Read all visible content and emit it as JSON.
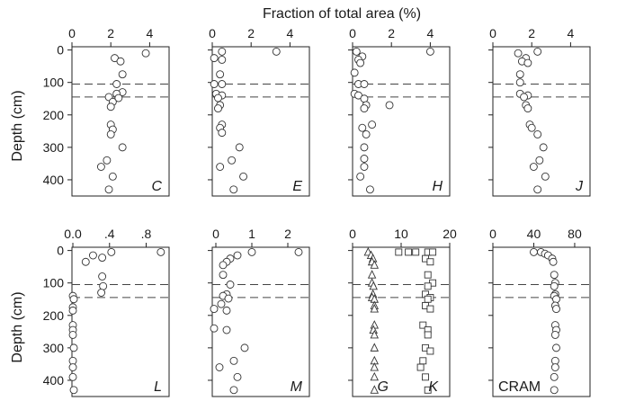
{
  "figure": {
    "title": "Fraction of total area (%)",
    "ylabel": "Depth (cm)"
  },
  "chart_data": [
    {
      "type": "scatter",
      "panel": "C",
      "label": "C",
      "label_italic": true,
      "xlim": [
        0,
        5
      ],
      "xticks": [
        "0",
        "2",
        "4"
      ],
      "xtick_values": [
        0,
        2,
        4
      ],
      "ylim": [
        450,
        -10
      ],
      "yticks": [
        "0",
        "100",
        "200",
        "300",
        "400"
      ],
      "ytick_values": [
        0,
        100,
        200,
        300,
        400
      ],
      "dashed_lines_depth": [
        105,
        145
      ],
      "series": [
        {
          "marker": "circle",
          "points": [
            [
              3.8,
              10
            ],
            [
              2.2,
              25
            ],
            [
              2.5,
              35
            ],
            [
              2.6,
              75
            ],
            [
              2.3,
              105
            ],
            [
              2.6,
              130
            ],
            [
              2.3,
              135
            ],
            [
              1.9,
              145
            ],
            [
              2.4,
              148
            ],
            [
              2.1,
              160
            ],
            [
              2.0,
              175
            ],
            [
              2.0,
              230
            ],
            [
              2.1,
              245
            ],
            [
              2.0,
              260
            ],
            [
              2.6,
              300
            ],
            [
              1.8,
              340
            ],
            [
              1.5,
              360
            ],
            [
              2.1,
              390
            ],
            [
              1.9,
              430
            ]
          ]
        }
      ]
    },
    {
      "type": "scatter",
      "panel": "E",
      "label": "E",
      "label_italic": true,
      "xlim": [
        0,
        5
      ],
      "xticks": [
        "0",
        "2",
        "4"
      ],
      "xtick_values": [
        0,
        2,
        4
      ],
      "ylim": [
        450,
        -10
      ],
      "yticks": [
        "0",
        "100",
        "200",
        "300",
        "400"
      ],
      "ytick_values": [
        0,
        100,
        200,
        300,
        400
      ],
      "dashed_lines_depth": [
        105,
        145
      ],
      "series": [
        {
          "marker": "circle",
          "points": [
            [
              3.3,
              5
            ],
            [
              0.5,
              5
            ],
            [
              0.1,
              25
            ],
            [
              0.5,
              30
            ],
            [
              0.4,
              75
            ],
            [
              0.1,
              105
            ],
            [
              0.5,
              105
            ],
            [
              0.2,
              135
            ],
            [
              0.5,
              140
            ],
            [
              0.3,
              148
            ],
            [
              0.4,
              170
            ],
            [
              0.3,
              180
            ],
            [
              0.5,
              230
            ],
            [
              0.4,
              240
            ],
            [
              0.5,
              255
            ],
            [
              1.4,
              300
            ],
            [
              1.0,
              340
            ],
            [
              0.4,
              360
            ],
            [
              1.6,
              390
            ],
            [
              1.1,
              430
            ]
          ]
        }
      ]
    },
    {
      "type": "scatter",
      "panel": "H",
      "label": "H",
      "label_italic": true,
      "xlim": [
        0,
        5
      ],
      "xticks": [
        "0",
        "2",
        "4"
      ],
      "xtick_values": [
        0,
        2,
        4
      ],
      "ylim": [
        450,
        -10
      ],
      "yticks": [
        "0",
        "100",
        "200",
        "300",
        "400"
      ],
      "ytick_values": [
        0,
        100,
        200,
        300,
        400
      ],
      "dashed_lines_depth": [
        105,
        145
      ],
      "series": [
        {
          "marker": "circle",
          "points": [
            [
              4.0,
              5
            ],
            [
              0.2,
              5
            ],
            [
              0.5,
              20
            ],
            [
              0.3,
              30
            ],
            [
              0.4,
              40
            ],
            [
              0.1,
              70
            ],
            [
              0.3,
              105
            ],
            [
              0.6,
              105
            ],
            [
              0.1,
              135
            ],
            [
              0.3,
              140
            ],
            [
              0.6,
              150
            ],
            [
              0.7,
              170
            ],
            [
              0.6,
              180
            ],
            [
              1.9,
              170
            ],
            [
              1.0,
              230
            ],
            [
              0.5,
              240
            ],
            [
              0.7,
              260
            ],
            [
              0.6,
              300
            ],
            [
              0.6,
              335
            ],
            [
              0.6,
              360
            ],
            [
              0.4,
              390
            ],
            [
              0.9,
              430
            ]
          ]
        }
      ]
    },
    {
      "type": "scatter",
      "panel": "J",
      "label": "J",
      "label_italic": true,
      "xlim": [
        0,
        5
      ],
      "xticks": [
        "0",
        "2",
        "4"
      ],
      "xtick_values": [
        0,
        2,
        4
      ],
      "ylim": [
        450,
        -10
      ],
      "yticks": [
        "0",
        "100",
        "200",
        "300",
        "400"
      ],
      "ytick_values": [
        0,
        100,
        200,
        300,
        400
      ],
      "dashed_lines_depth": [
        105,
        145
      ],
      "series": [
        {
          "marker": "circle",
          "points": [
            [
              2.3,
              5
            ],
            [
              1.3,
              10
            ],
            [
              1.7,
              25
            ],
            [
              1.5,
              35
            ],
            [
              1.8,
              40
            ],
            [
              1.4,
              75
            ],
            [
              1.4,
              100
            ],
            [
              1.4,
              135
            ],
            [
              1.8,
              140
            ],
            [
              1.6,
              145
            ],
            [
              1.7,
              170
            ],
            [
              1.8,
              180
            ],
            [
              1.9,
              230
            ],
            [
              2.0,
              240
            ],
            [
              2.3,
              260
            ],
            [
              2.6,
              300
            ],
            [
              2.4,
              340
            ],
            [
              2.1,
              360
            ],
            [
              2.7,
              390
            ],
            [
              2.3,
              430
            ]
          ]
        }
      ]
    },
    {
      "type": "scatter",
      "panel": "L",
      "label": "L",
      "label_italic": true,
      "xlim": [
        -0.01,
        1.05
      ],
      "xticks": [
        "0.0",
        ".4",
        ".8"
      ],
      "xtick_values": [
        0.0,
        0.4,
        0.8
      ],
      "ylim": [
        450,
        -10
      ],
      "yticks": [
        "0",
        "100",
        "200",
        "300",
        "400"
      ],
      "ytick_values": [
        0,
        100,
        200,
        300,
        400
      ],
      "dashed_lines_depth": [
        105,
        145
      ],
      "series": [
        {
          "marker": "circle",
          "points": [
            [
              0.96,
              5
            ],
            [
              0.42,
              5
            ],
            [
              0.22,
              15
            ],
            [
              0.32,
              22
            ],
            [
              0.14,
              35
            ],
            [
              0.32,
              80
            ],
            [
              0.33,
              110
            ],
            [
              0.31,
              130
            ],
            [
              0.0,
              140
            ],
            [
              0.01,
              150
            ],
            [
              0.0,
              175
            ],
            [
              0.0,
              185
            ],
            [
              0.0,
              230
            ],
            [
              0.0,
              245
            ],
            [
              0.0,
              260
            ],
            [
              0.01,
              300
            ],
            [
              0.0,
              340
            ],
            [
              0.0,
              360
            ],
            [
              0.0,
              390
            ],
            [
              0.01,
              430
            ]
          ]
        }
      ]
    },
    {
      "type": "scatter",
      "panel": "M",
      "label": "M",
      "label_italic": true,
      "xlim": [
        -0.1,
        2.6
      ],
      "xticks": [
        "0",
        "1",
        "2"
      ],
      "xtick_values": [
        0,
        1,
        2
      ],
      "ylim": [
        450,
        -10
      ],
      "yticks": [
        "0",
        "100",
        "200",
        "300",
        "400"
      ],
      "ytick_values": [
        0,
        100,
        200,
        300,
        400
      ],
      "dashed_lines_depth": [
        105,
        145
      ],
      "series": [
        {
          "marker": "circle",
          "points": [
            [
              2.3,
              5
            ],
            [
              1.0,
              5
            ],
            [
              0.6,
              15
            ],
            [
              0.4,
              25
            ],
            [
              0.3,
              35
            ],
            [
              0.2,
              45
            ],
            [
              0.2,
              75
            ],
            [
              0.4,
              105
            ],
            [
              0.3,
              135
            ],
            [
              0.2,
              140
            ],
            [
              0.35,
              148
            ],
            [
              0.15,
              165
            ],
            [
              -0.05,
              180
            ],
            [
              0.3,
              185
            ],
            [
              -0.05,
              240
            ],
            [
              0.3,
              245
            ],
            [
              0.8,
              300
            ],
            [
              0.5,
              340
            ],
            [
              0.1,
              360
            ],
            [
              0.6,
              390
            ],
            [
              0.5,
              430
            ]
          ]
        }
      ]
    },
    {
      "type": "scatter",
      "panel": "G/K",
      "label": "",
      "label_italic": true,
      "series_labels": [
        "G",
        "K"
      ],
      "xlim": [
        0,
        20
      ],
      "xticks": [
        "0",
        "10",
        "20"
      ],
      "xtick_values": [
        0,
        10,
        20
      ],
      "ylim": [
        450,
        -10
      ],
      "yticks": [
        "0",
        "100",
        "200",
        "300",
        "400"
      ],
      "ytick_values": [
        0,
        100,
        200,
        300,
        400
      ],
      "dashed_lines_depth": [
        105,
        145
      ],
      "series": [
        {
          "marker": "triangle",
          "points": [
            [
              3.2,
              5
            ],
            [
              3.8,
              15
            ],
            [
              4.2,
              25
            ],
            [
              4.0,
              35
            ],
            [
              4.5,
              45
            ],
            [
              4.0,
              75
            ],
            [
              4.0,
              100
            ],
            [
              4.3,
              110
            ],
            [
              4.2,
              135
            ],
            [
              4.0,
              145
            ],
            [
              4.5,
              150
            ],
            [
              4.5,
              170
            ],
            [
              4.5,
              180
            ],
            [
              4.5,
              230
            ],
            [
              4.3,
              245
            ],
            [
              4.5,
              260
            ],
            [
              4.5,
              300
            ],
            [
              4.5,
              340
            ],
            [
              4.5,
              360
            ],
            [
              4.5,
              390
            ],
            [
              4.5,
              430
            ]
          ]
        },
        {
          "marker": "square",
          "points": [
            [
              9.5,
              5
            ],
            [
              11.5,
              5
            ],
            [
              13.0,
              5
            ],
            [
              15.5,
              5
            ],
            [
              16.5,
              5
            ],
            [
              15.0,
              25
            ],
            [
              16.0,
              35
            ],
            [
              15.5,
              75
            ],
            [
              16.5,
              100
            ],
            [
              15.5,
              110
            ],
            [
              15.0,
              135
            ],
            [
              16.0,
              145
            ],
            [
              15.5,
              150
            ],
            [
              15.0,
              170
            ],
            [
              16.0,
              180
            ],
            [
              14.5,
              230
            ],
            [
              15.5,
              245
            ],
            [
              15.5,
              260
            ],
            [
              15.0,
              300
            ],
            [
              16.0,
              310
            ],
            [
              14.5,
              340
            ],
            [
              14.0,
              360
            ],
            [
              15.0,
              390
            ],
            [
              15.5,
              430
            ]
          ]
        }
      ]
    },
    {
      "type": "scatter",
      "panel": "CRAM",
      "label": "CRAM",
      "label_italic": false,
      "xlim": [
        0,
        95
      ],
      "xticks": [
        "0",
        "40",
        "80"
      ],
      "xtick_values": [
        0,
        40,
        80
      ],
      "ylim": [
        450,
        -10
      ],
      "yticks": [
        "0",
        "100",
        "200",
        "300",
        "400"
      ],
      "ytick_values": [
        0,
        100,
        200,
        300,
        400
      ],
      "dashed_lines_depth": [
        105,
        145
      ],
      "series": [
        {
          "marker": "circle",
          "points": [
            [
              40,
              5
            ],
            [
              47,
              5
            ],
            [
              51,
              10
            ],
            [
              54,
              15
            ],
            [
              58,
              25
            ],
            [
              59,
              35
            ],
            [
              60,
              75
            ],
            [
              61,
              100
            ],
            [
              60,
              110
            ],
            [
              61,
              135
            ],
            [
              60,
              140
            ],
            [
              62,
              150
            ],
            [
              61,
              170
            ],
            [
              62,
              180
            ],
            [
              61,
              230
            ],
            [
              62,
              245
            ],
            [
              61,
              260
            ],
            [
              62,
              300
            ],
            [
              61,
              340
            ],
            [
              61,
              360
            ],
            [
              60,
              390
            ],
            [
              60,
              430
            ]
          ]
        }
      ]
    }
  ]
}
